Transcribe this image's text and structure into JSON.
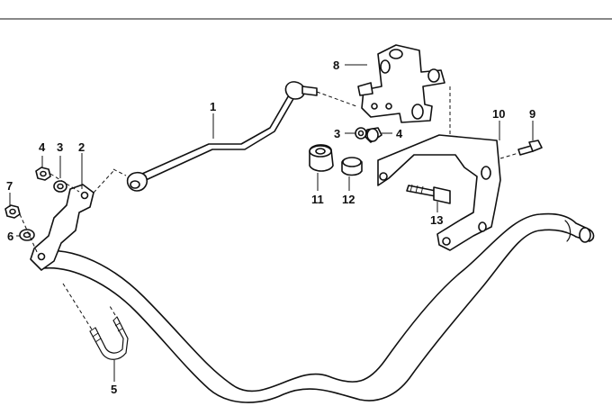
{
  "diagram": {
    "callouts": [
      {
        "id": "c1",
        "text": "1"
      },
      {
        "id": "c2",
        "text": "2"
      },
      {
        "id": "c3a",
        "text": "3"
      },
      {
        "id": "c3b",
        "text": "3"
      },
      {
        "id": "c4a",
        "text": "4"
      },
      {
        "id": "c4b",
        "text": "4"
      },
      {
        "id": "c5",
        "text": "5"
      },
      {
        "id": "c6",
        "text": "6"
      },
      {
        "id": "c7",
        "text": "7"
      },
      {
        "id": "c8",
        "text": "8"
      },
      {
        "id": "c9",
        "text": "9"
      },
      {
        "id": "c10",
        "text": "10"
      },
      {
        "id": "c11",
        "text": "11"
      },
      {
        "id": "c12",
        "text": "12"
      },
      {
        "id": "c13",
        "text": "13"
      }
    ]
  }
}
